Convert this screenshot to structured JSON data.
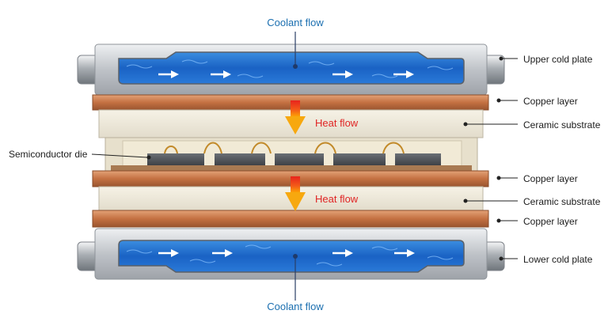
{
  "labels": {
    "coolant_top": "Coolant flow",
    "coolant_bottom": "Coolant flow",
    "heat_flow_upper": "Heat flow",
    "heat_flow_lower": "Heat flow",
    "upper_cold_plate": "Upper cold plate",
    "copper_layer_1": "Copper layer",
    "ceramic_substrate_1": "Ceramic substrate",
    "semiconductor_die": "Semiconductor die",
    "copper_layer_2": "Copper layer",
    "ceramic_substrate_2": "Ceramic substrate",
    "copper_layer_3": "Copper layer",
    "lower_cold_plate": "Lower cold plate"
  },
  "colors": {
    "coolant_label": "#1b6fb0",
    "heat_label": "#e02424",
    "copper": "#c97a4a",
    "ceramic": "#ece6d6",
    "coolant": "#1f6fd1",
    "steel": "#c9ccd0"
  }
}
